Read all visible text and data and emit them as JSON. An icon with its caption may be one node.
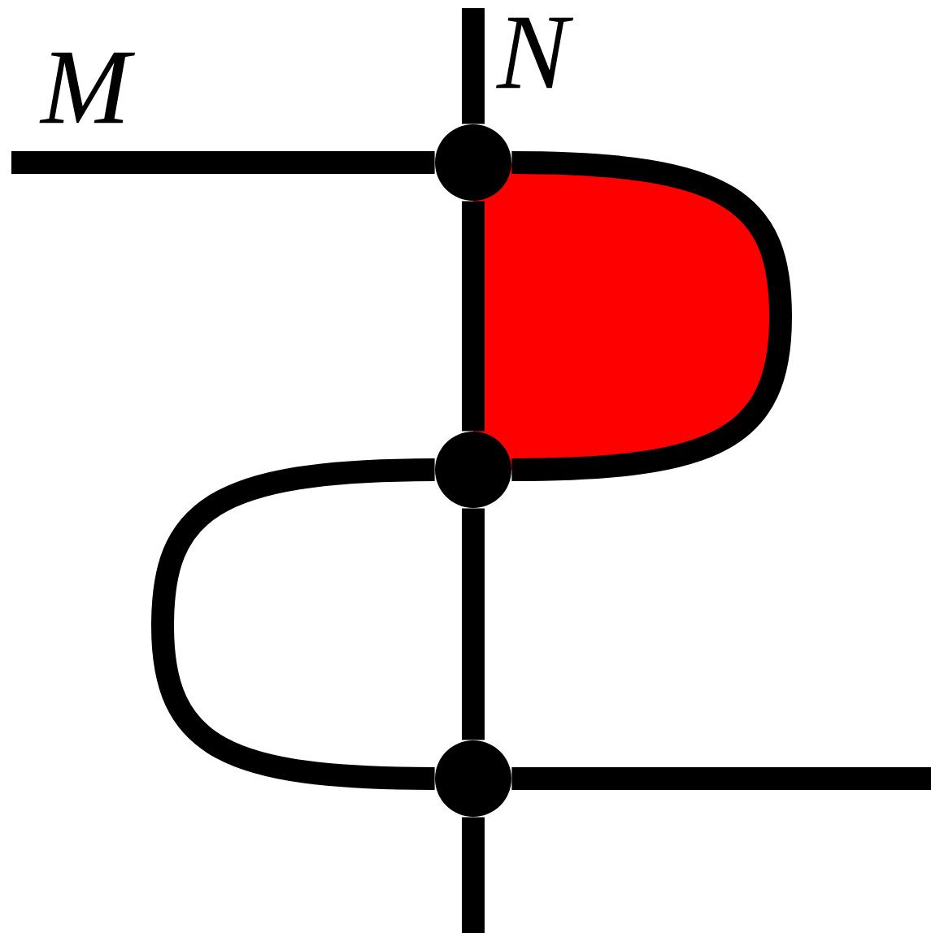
{
  "diagram": {
    "nodes": [
      {
        "text": [],
        "shape": "circle"
      },
      {
        "text": [],
        "shape": "circle"
      },
      {
        "text": [],
        "shape": "circle"
      }
    ],
    "edges": [
      {
        "from": null,
        "to": 0,
        "arrow": "none"
      },
      {
        "from": null,
        "to": 0,
        "arrow": "none"
      },
      {
        "from": 0,
        "to": 1,
        "arrow": "none"
      },
      {
        "from": 0,
        "to": 1,
        "arrow": "none"
      },
      {
        "from": 1,
        "to": 2,
        "arrow": "none"
      },
      {
        "from": 1,
        "to": 2,
        "arrow": "none"
      },
      {
        "from": 2,
        "to": null,
        "arrow": "none"
      },
      {
        "from": 2,
        "to": null,
        "arrow": "none"
      }
    ],
    "labels": [
      "M",
      "N"
    ]
  }
}
